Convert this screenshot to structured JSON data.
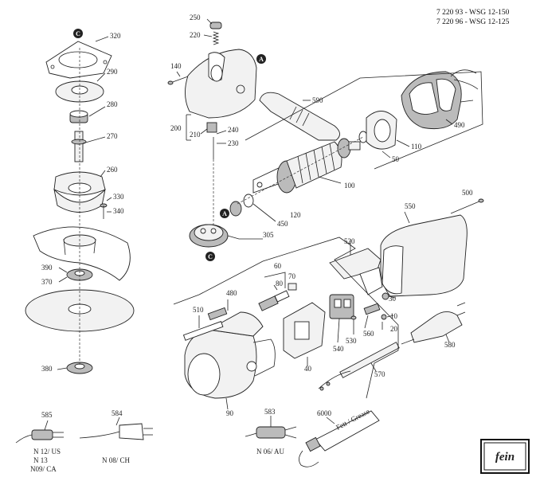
{
  "models": [
    "7 220 93 - WSG 12-150",
    "7 220 96 - WSG 12-125"
  ],
  "parts": {
    "p10": "10",
    "p20": "20",
    "p30": "30",
    "p40": "40",
    "p50": "50",
    "p60": "60",
    "p70": "70",
    "p80": "80",
    "p90": "90",
    "p100": "100",
    "p110": "110",
    "p120": "120",
    "p140": "140",
    "p200": "200",
    "p210": "210",
    "p220": "220",
    "p230": "230",
    "p240": "240",
    "p250": "250",
    "p260": "260",
    "p270": "270",
    "p280": "280",
    "p290": "290",
    "p305": "305",
    "p320": "320",
    "p330": "330",
    "p340": "340",
    "p370": "370",
    "p380": "380",
    "p390": "390",
    "p450": "450",
    "p480": "480",
    "p490": "490",
    "p500": "500",
    "p510": "510",
    "p520": "520",
    "p530": "530",
    "p540": "540",
    "p550": "550",
    "p560": "560",
    "p570": "570",
    "p580": "580",
    "p583": "583",
    "p584": "584",
    "p585": "585",
    "p590": "590",
    "p6000": "6000"
  },
  "markers": {
    "a": "A",
    "c": "C"
  },
  "plug_labels": {
    "us": "N 12/ US",
    "n13": "N 13",
    "ca": "N09/ CA",
    "ch": "N 08/ CH",
    "au": "N 06/ AU"
  },
  "tube_label": "Fett / Grease",
  "logo": "fein"
}
